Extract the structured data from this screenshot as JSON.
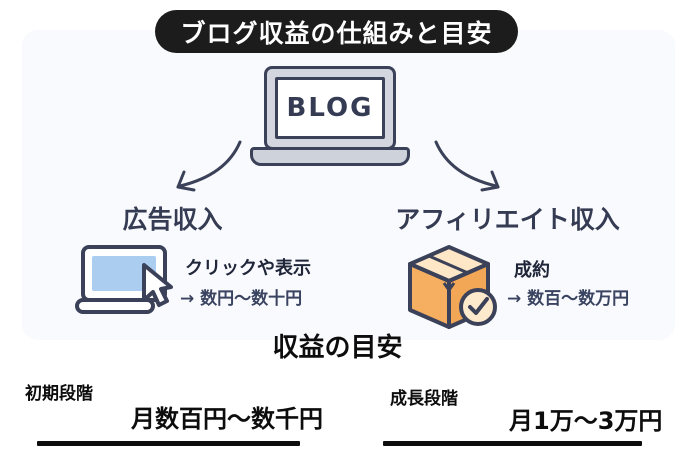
{
  "title": "ブログ収益の仕組みと目安",
  "blog_screen_label": "BLOG",
  "ad": {
    "heading": "広告収入",
    "trigger": "クリックや表示",
    "amount": "→ 数円〜数十円"
  },
  "affiliate": {
    "heading": "アフィリエイト収入",
    "trigger": "成約",
    "amount": "→ 数百〜数万円"
  },
  "estimate": {
    "heading": "収益の目安",
    "stages": [
      {
        "label": "初期段階",
        "value": "月数百円〜数千円"
      },
      {
        "label": "成長段階",
        "value": "月1万〜3万円"
      }
    ]
  },
  "icons": {
    "center": "blog-laptop-icon",
    "left": "laptop-cursor-click-icon",
    "right": "package-check-icon",
    "flow_left": "curved-arrow-down-left-icon",
    "flow_right": "curved-arrow-down-right-icon"
  },
  "colors": {
    "title_bg": "#1c1c1c",
    "card_bg": "#f9fafd",
    "outline_navy": "#3a4158",
    "heading_navy": "#343b52",
    "laptop_gray": "#d3d6de",
    "screen_blue": "#aacdf0",
    "box_orange": "#f5ad5e",
    "box_top_cream": "#fde7c6",
    "text_black": "#0d0d0d"
  }
}
